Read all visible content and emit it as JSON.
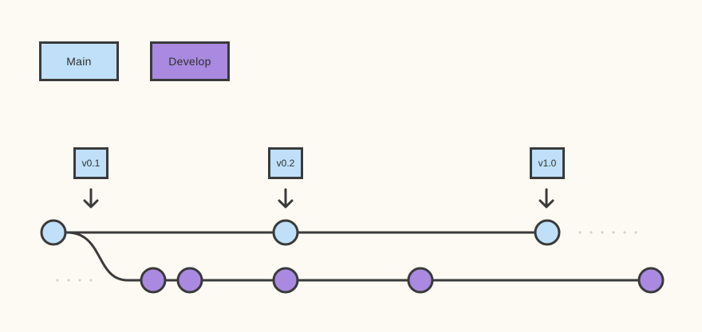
{
  "legend": {
    "main_label": "Main",
    "develop_label": "Develop"
  },
  "tags": {
    "v01": "v0.1",
    "v02": "v0.2",
    "v10": "v1.0"
  },
  "colors": {
    "main": "#bfe0f8",
    "develop": "#a98ae0",
    "stroke": "#3a3a3a",
    "background": "#fdfaf3",
    "dots": "#d8d4cc"
  }
}
